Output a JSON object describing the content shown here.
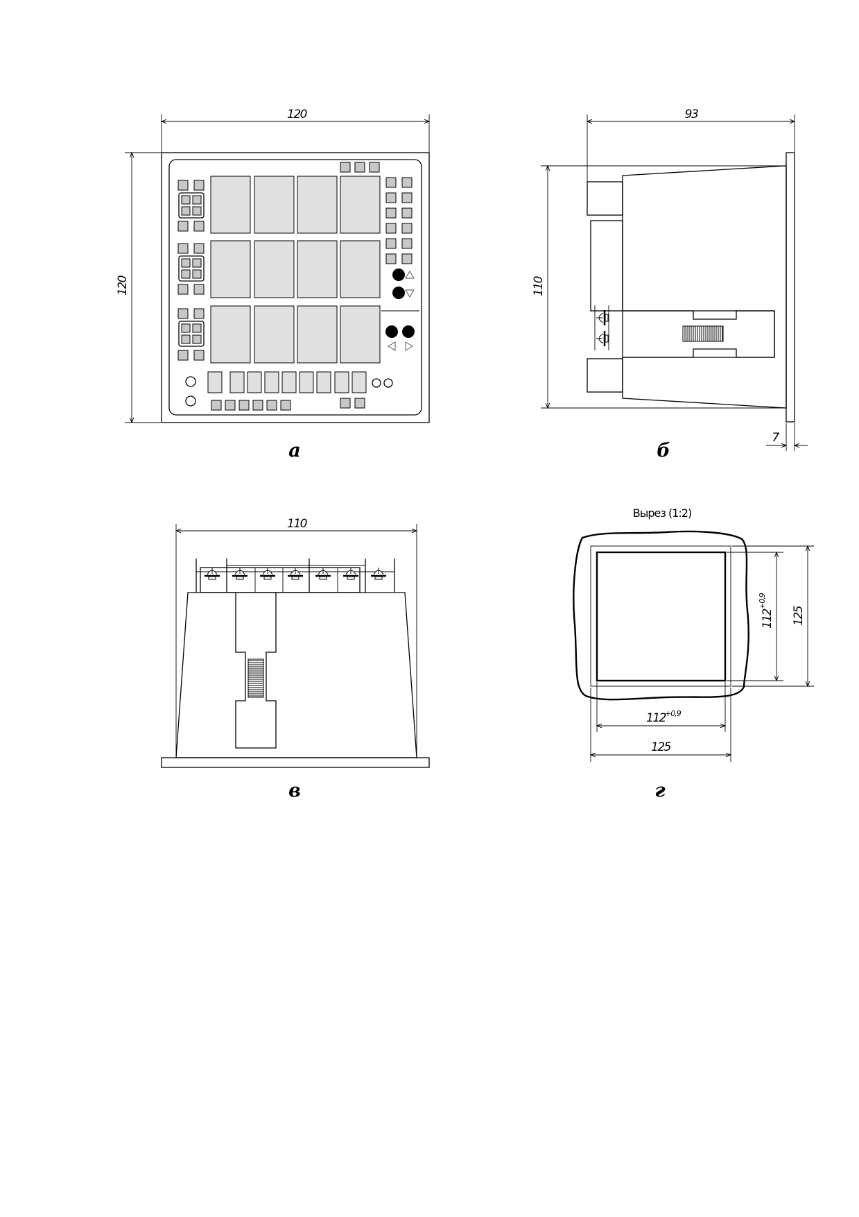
{
  "views": {
    "a": {
      "label": "а",
      "dim_width": "120",
      "dim_height": "120"
    },
    "b": {
      "label": "б",
      "dim_depth": "93",
      "dim_height": "110",
      "dim_flange": "7"
    },
    "v": {
      "label": "в",
      "dim_width": "110"
    },
    "g": {
      "label": "г",
      "caption": "Вырез (1:2)",
      "dim_cutout_h": "112",
      "dim_cutout_h_tol": "+0,9",
      "dim_outer_h": "125",
      "dim_cutout_w": "112",
      "dim_cutout_w_tol": "+0,9",
      "dim_outer_w": "125"
    }
  }
}
